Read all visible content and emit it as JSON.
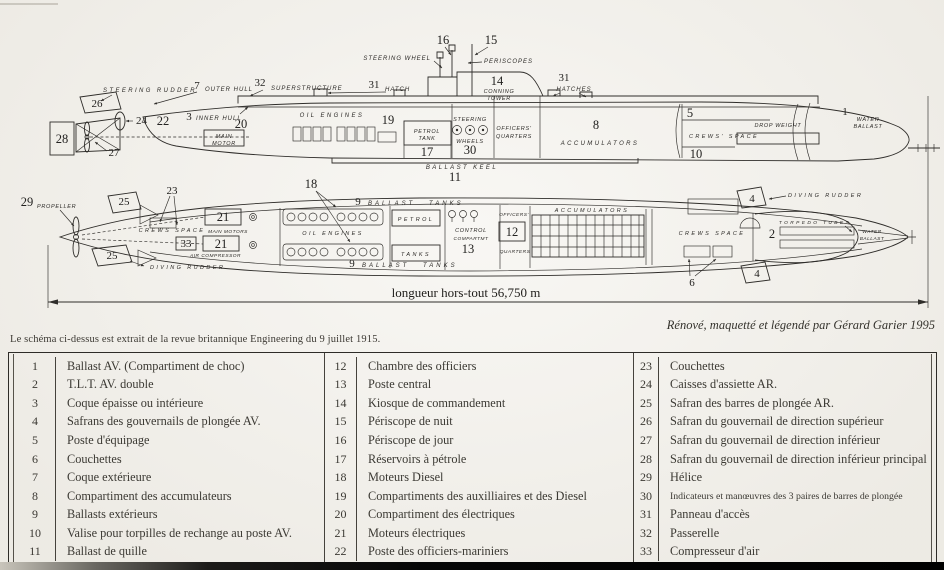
{
  "page": {
    "note": "Le schéma ci-dessus est extrait de la revue britannique Engineering du 9 juillet 1915.",
    "credit": "Rénové, maquetté et légendé par Gérard Garier 1995",
    "dimension_label": "longueur hors-tout 56,750 m",
    "colors": {
      "paper": "#f5f3ee",
      "ink": "#2f2d2a"
    }
  },
  "side": {
    "steering_rudder": "STEERING RUDDER",
    "n26": "26",
    "n28": "28",
    "n27": "27",
    "n24": "24",
    "n22": "22",
    "n3": "3",
    "inner_hull": "INNER HULL",
    "n7": "7",
    "outer_hull": "OUTER HULL",
    "n32": "32",
    "superstructure": "SUPERSTRUCTURE",
    "oil_engines": "OIL ENGINES",
    "n19": "19",
    "main_motor_1": "MAIN",
    "main_motor_2": "MOTOR",
    "n20": "20",
    "n31a": "31",
    "hatch": "HATCH",
    "n16": "16",
    "steering_wheel": "STEERING WHEEL",
    "n15": "15",
    "periscopes": "PERISCOPES",
    "n14": "14",
    "conning": "CONNING",
    "tower": "TOWER",
    "n31b": "31",
    "hatches": "HATCHES",
    "petrol_1": "PETROL",
    "petrol_2": "TANK",
    "n17": "17",
    "steering": "STEERING",
    "wheels": "WHEELS",
    "n30": "30",
    "officers": "OFFICERS'",
    "quarters": "QUARTERS",
    "n8": "8",
    "accumulators": "ACCUMULATORS",
    "n5": "5",
    "crews_space": "CREWS' SPACE",
    "n10": "10",
    "drop_weight": "DROP WEIGHT",
    "n1": "1",
    "water_1": "WATER",
    "water_2": "BALLAST",
    "ballast_keel": "BALLAST KEEL",
    "n11": "11"
  },
  "plan": {
    "n29": "29",
    "propeller": "PROPELLER",
    "n25a": "25",
    "n25b": "25",
    "n23": "23",
    "diving_rudder_l": "DIVING RUDDER",
    "crews_space_l": "CREWS SPACE",
    "n21a": "21",
    "n21b": "21",
    "main_motors": "MAIN MOTORS",
    "n33": "33",
    "air_compressor": "AIR COMPRESSOR",
    "n18": "18",
    "oil_engines": "OIL ENGINES",
    "n9a": "9",
    "ballast_tanks_a": "BALLAST TANKS",
    "n9b": "9",
    "ballast_tanks_b": "BALLAST TANKS",
    "petrol": "PETROL",
    "tanks": "TANKS",
    "control": "CONTROL",
    "compartmt": "COMPARTMT",
    "n13": "13",
    "officers": "OFFICERS'",
    "n12": "12",
    "quarters": "QUARTERS",
    "accumulators": "ACCUMULATORS",
    "crews_space_r": "CREWS SPACE",
    "n4a": "4",
    "diving_rudder_r": "DIVING RUDDER",
    "n4b": "4",
    "n2": "2",
    "torpedo_tubes": "TORPEDO TUBES",
    "water_1": "WATER",
    "water_2": "BALLAST",
    "n6": "6"
  },
  "legend": {
    "columns": [
      {
        "rows": [
          {
            "n": "1",
            "t": "Ballast AV. (Compartiment de choc)"
          },
          {
            "n": "2",
            "t": "T.L.T. AV. double"
          },
          {
            "n": "3",
            "t": "Coque épaisse ou intérieure"
          },
          {
            "n": "4",
            "t": "Safrans des gouvernails de plongée AV."
          },
          {
            "n": "5",
            "t": "Poste d'équipage"
          },
          {
            "n": "6",
            "t": "Couchettes"
          },
          {
            "n": "7",
            "t": "Coque extérieure"
          },
          {
            "n": "8",
            "t": "Compartiment des accumulateurs"
          },
          {
            "n": "9",
            "t": "Ballasts extérieurs"
          },
          {
            "n": "10",
            "t": "Valise pour torpilles de rechange au poste AV."
          },
          {
            "n": "11",
            "t": "Ballast de quille"
          }
        ]
      },
      {
        "rows": [
          {
            "n": "12",
            "t": "Chambre des officiers"
          },
          {
            "n": "13",
            "t": "Poste central"
          },
          {
            "n": "14",
            "t": "Kiosque de commandement"
          },
          {
            "n": "15",
            "t": "Périscope de nuit"
          },
          {
            "n": "16",
            "t": "Périscope de jour"
          },
          {
            "n": "17",
            "t": "Réservoirs à pétrole"
          },
          {
            "n": "18",
            "t": "Moteurs Diesel"
          },
          {
            "n": "19",
            "t": "Compartiments des auxilliaires et des Diesel"
          },
          {
            "n": "20",
            "t": "Compartiment des électriques"
          },
          {
            "n": "21",
            "t": "Moteurs électriques"
          },
          {
            "n": "22",
            "t": "Poste des officiers-mariniers"
          }
        ]
      },
      {
        "rows": [
          {
            "n": "23",
            "t": "Couchettes"
          },
          {
            "n": "24",
            "t": "Caisses d'assiette AR."
          },
          {
            "n": "25",
            "t": "Safran des barres de plongée AR."
          },
          {
            "n": "26",
            "t": "Safran du gouvernail de direction supérieur"
          },
          {
            "n": "27",
            "t": "Safran du gouvernail de direction inférieur"
          },
          {
            "n": "28",
            "t": "Safran du gouvernail de direction inférieur principal"
          },
          {
            "n": "29",
            "t": "Hélice"
          },
          {
            "n": "30",
            "t": "Indicateurs et manœuvres des 3 paires de barres de plongée"
          },
          {
            "n": "31",
            "t": "Panneau d'accès"
          },
          {
            "n": "32",
            "t": "Passerelle"
          },
          {
            "n": "33",
            "t": "Compresseur d'air"
          }
        ]
      }
    ]
  }
}
